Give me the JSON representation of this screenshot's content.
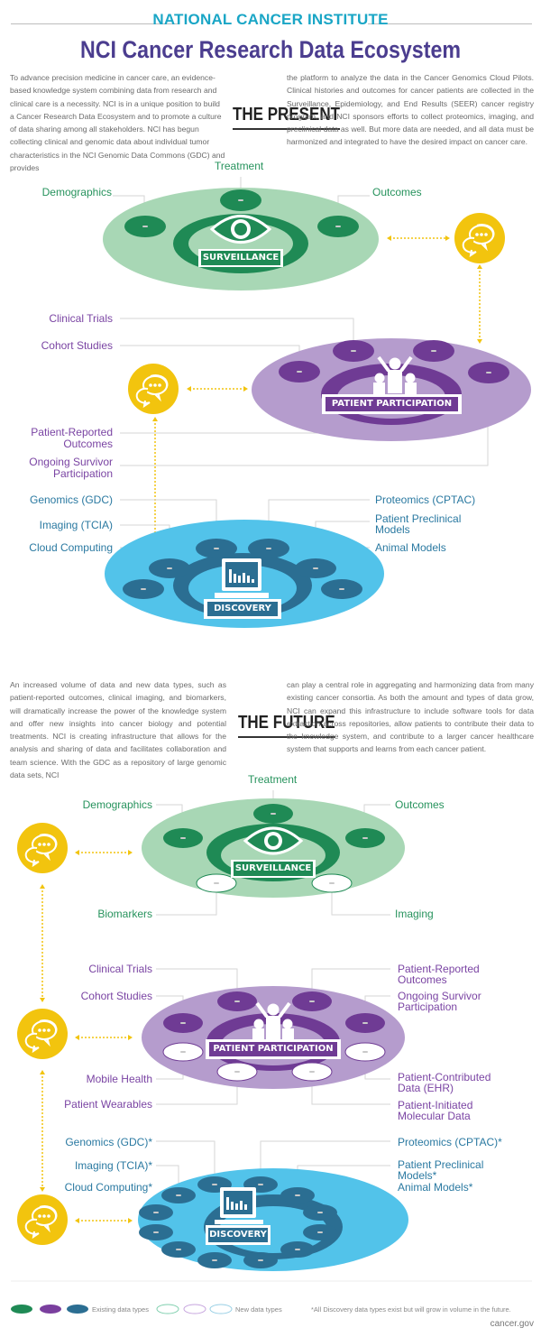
{
  "header": {
    "organization": "NATIONAL CANCER INSTITUTE",
    "title": "NCI Cancer Research Data Ecosystem"
  },
  "present": {
    "heading": "THE PRESENT",
    "paragraph_left": "To advance precision medicine in cancer care, an evidence-based knowledge system combining data from research and clinical care is a necessity. NCI is in a unique position to build a Cancer Research Data Ecosystem and to promote a culture of data sharing among all stakeholders. NCI has begun collecting clinical and genomic data about individual tumor characteristics in the NCI Genomic Data Commons (GDC) and provides",
    "paragraph_right": "the platform to analyze the data in the Cancer Genomics Cloud Pilots. Clinical histories and outcomes for cancer patients are collected in the Surveillance, Epidemiology, and End Results (SEER) cancer registry program, and NCI sponsors efforts to collect proteomics, imaging, and preclinical data as well. But more data are needed, and all data must be harmonized and integrated to have the desired impact on cancer care.",
    "surveillance": {
      "label": "SURVEILLANCE",
      "items": [
        "Treatment",
        "Demographics",
        "Outcomes"
      ]
    },
    "patient_participation": {
      "label": "PATIENT PARTICIPATION",
      "items": [
        "Clinical Trials",
        "Cohort Studies",
        "Patient-Reported Outcomes",
        "Ongoing Survivor Participation"
      ]
    },
    "discovery": {
      "label": "DISCOVERY",
      "items_left": [
        "Genomics (GDC)",
        "Imaging (TCIA)",
        "Cloud Computing"
      ],
      "items_right": [
        "Proteomics (CPTAC)",
        "Patient Preclinical Models",
        "Animal Models"
      ]
    }
  },
  "future": {
    "heading": "THE FUTURE",
    "paragraph_left": "An increased volume of data and new data types, such as patient-reported outcomes, clinical imaging, and biomarkers, will dramatically increase the power of the knowledge system and offer new insights into cancer biology and potential treatments. NCI is creating infrastructure that allows for the analysis and sharing of data and facilitates collaboration and team science. With the GDC as a repository of large genomic data sets, NCI",
    "paragraph_right": "can play a central role in aggregating and harmonizing data from many existing cancer consortia. As both the amount and types of data grow, NCI can expand this infrastructure to include software tools for data extraction across repositories, allow patients to contribute their data to the knowledge system, and contribute to a larger cancer healthcare system that supports and learns from each cancer patient.",
    "surveillance": {
      "label": "SURVEILLANCE",
      "items": [
        "Treatment",
        "Demographics",
        "Outcomes"
      ],
      "new_items": [
        "Biomarkers",
        "Imaging"
      ]
    },
    "patient_participation": {
      "label": "PATIENT PARTICIPATION",
      "items_left": [
        "Clinical Trials",
        "Cohort Studies"
      ],
      "items_right": [
        "Patient-Reported Outcomes",
        "Ongoing Survivor Participation"
      ],
      "new_items_left": [
        "Mobile Health",
        "Patient Wearables"
      ],
      "new_items_right": [
        "Patient-Contributed Data (EHR)",
        "Patient-Initiated Molecular Data"
      ]
    },
    "discovery": {
      "label": "DISCOVERY",
      "items_left": [
        "Genomics (GDC)*",
        "Imaging (TCIA)*",
        "Cloud Computing*"
      ],
      "items_right": [
        "Proteomics (CPTAC)*",
        "Patient Preclinical Models*",
        "Animal Models*"
      ]
    }
  },
  "legend": {
    "existing_label": "Existing data types",
    "new_label": "New data types",
    "footnote": "*All Discovery data types exist but will grow in volume in the future.",
    "colors": {
      "surveillance": "#1f8a55",
      "patient_participation": "#7a3f9e",
      "discovery": "#2b6e92"
    }
  },
  "footer": {
    "site": "cancer.gov"
  },
  "colors": {
    "surveillance_light": "#a8d7b5",
    "surveillance_dark": "#1f8a55",
    "participation_light": "#b59ccd",
    "participation_dark": "#6f3b94",
    "discovery_light": "#52c3ea",
    "discovery_dark": "#2b6e92",
    "chat_yellow": "#f2c40e",
    "title_purple": "#4b3d8f",
    "org_teal": "#1aa6c6"
  }
}
